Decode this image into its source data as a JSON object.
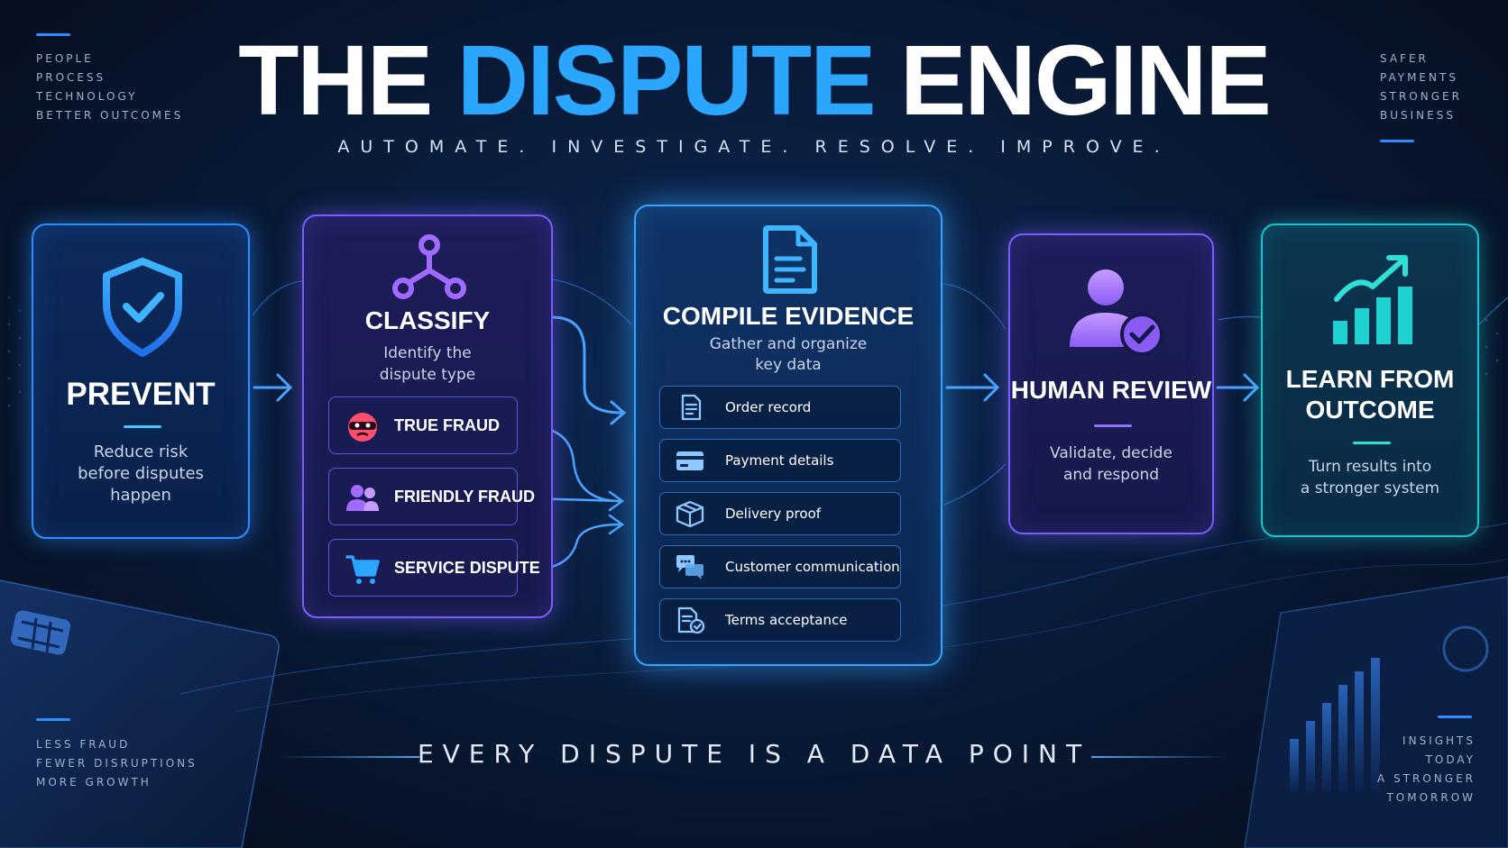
{
  "header": {
    "title_part1": "THE ",
    "title_accent": "DISPUTE",
    "title_part2": " ENGINE",
    "subtitle": "AUTOMATE. INVESTIGATE. RESOLVE. IMPROVE."
  },
  "corners": {
    "top_left": [
      "PEOPLE",
      "PROCESS",
      "TECHNOLOGY",
      "BETTER OUTCOMES"
    ],
    "top_right": [
      "SAFER",
      "PAYMENTS",
      "STRONGER",
      "BUSINESS"
    ],
    "bottom_left": [
      "LESS FRAUD",
      "FEWER DISRUPTIONS",
      "MORE GROWTH"
    ],
    "bottom_right": [
      "INSIGHTS",
      "TODAY",
      "A STRONGER",
      "TOMORROW"
    ]
  },
  "steps": {
    "prevent": {
      "title": "PREVENT",
      "desc_lines": [
        "Reduce risk",
        "before disputes",
        "happen"
      ],
      "icon": "shield-check-icon"
    },
    "classify": {
      "title": "CLASSIFY",
      "desc_lines": [
        "Identify the",
        "dispute type"
      ],
      "icon": "branch-icon",
      "items": [
        {
          "label": "TRUE FRAUD",
          "icon": "masked-face-icon"
        },
        {
          "label": "FRIENDLY FRAUD",
          "icon": "people-icon"
        },
        {
          "label": "SERVICE DISPUTE",
          "icon": "cart-icon"
        }
      ]
    },
    "evidence": {
      "title": "COMPILE EVIDENCE",
      "desc_lines": [
        "Gather and organize",
        "key data"
      ],
      "icon": "document-icon",
      "items": [
        {
          "label": "Order record",
          "icon": "document-icon"
        },
        {
          "label": "Payment details",
          "icon": "credit-card-icon"
        },
        {
          "label": "Delivery proof",
          "icon": "package-icon"
        },
        {
          "label": "Customer communication",
          "icon": "chat-bubbles-icon"
        },
        {
          "label": "Terms acceptance",
          "icon": "document-check-icon"
        }
      ]
    },
    "review": {
      "title": "HUMAN REVIEW",
      "desc_lines": [
        "Validate, decide",
        "and respond"
      ],
      "icon": "user-check-icon"
    },
    "learn": {
      "title_lines": [
        "LEARN FROM",
        "OUTCOME"
      ],
      "desc_lines": [
        "Turn results into",
        "a stronger system"
      ],
      "icon": "growth-chart-icon"
    }
  },
  "footer": {
    "tagline": "EVERY DISPUTE IS A DATA POINT"
  },
  "colors": {
    "accent_blue": "#2aa6ff",
    "purple": "#7b5dff",
    "teal": "#19c6cf",
    "background": "#0a1d3e"
  }
}
